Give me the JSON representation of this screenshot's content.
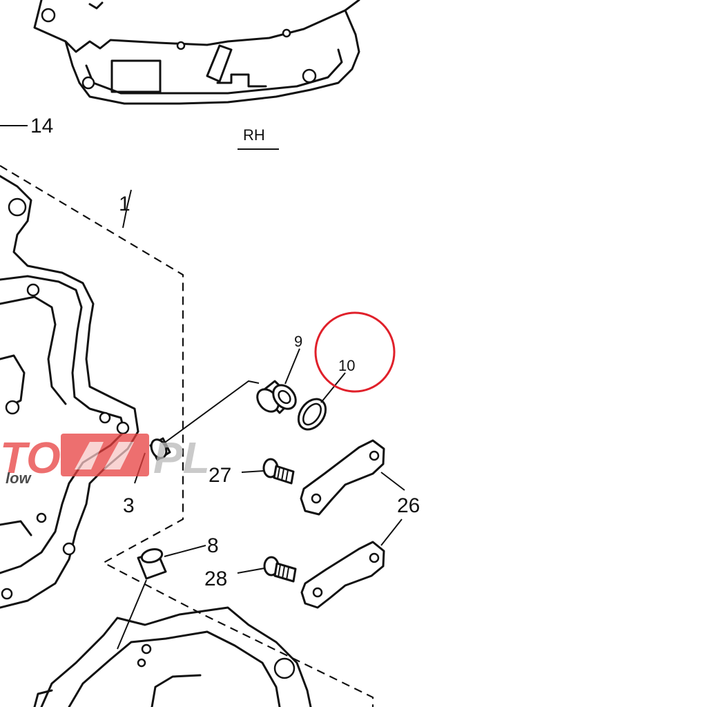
{
  "diagram": {
    "labels": {
      "p14": "14",
      "rh": "RH",
      "p1": "1",
      "p9": "9",
      "p10": "10",
      "p27": "27",
      "p26": "26",
      "p3": "3",
      "p8": "8",
      "p28": "28"
    },
    "watermark": {
      "text_left": "TO",
      "text_right": "PL",
      "subtext": "low",
      "color": "#e8403f"
    },
    "highlight": {
      "target_label": "10",
      "color": "#e0202a"
    }
  }
}
